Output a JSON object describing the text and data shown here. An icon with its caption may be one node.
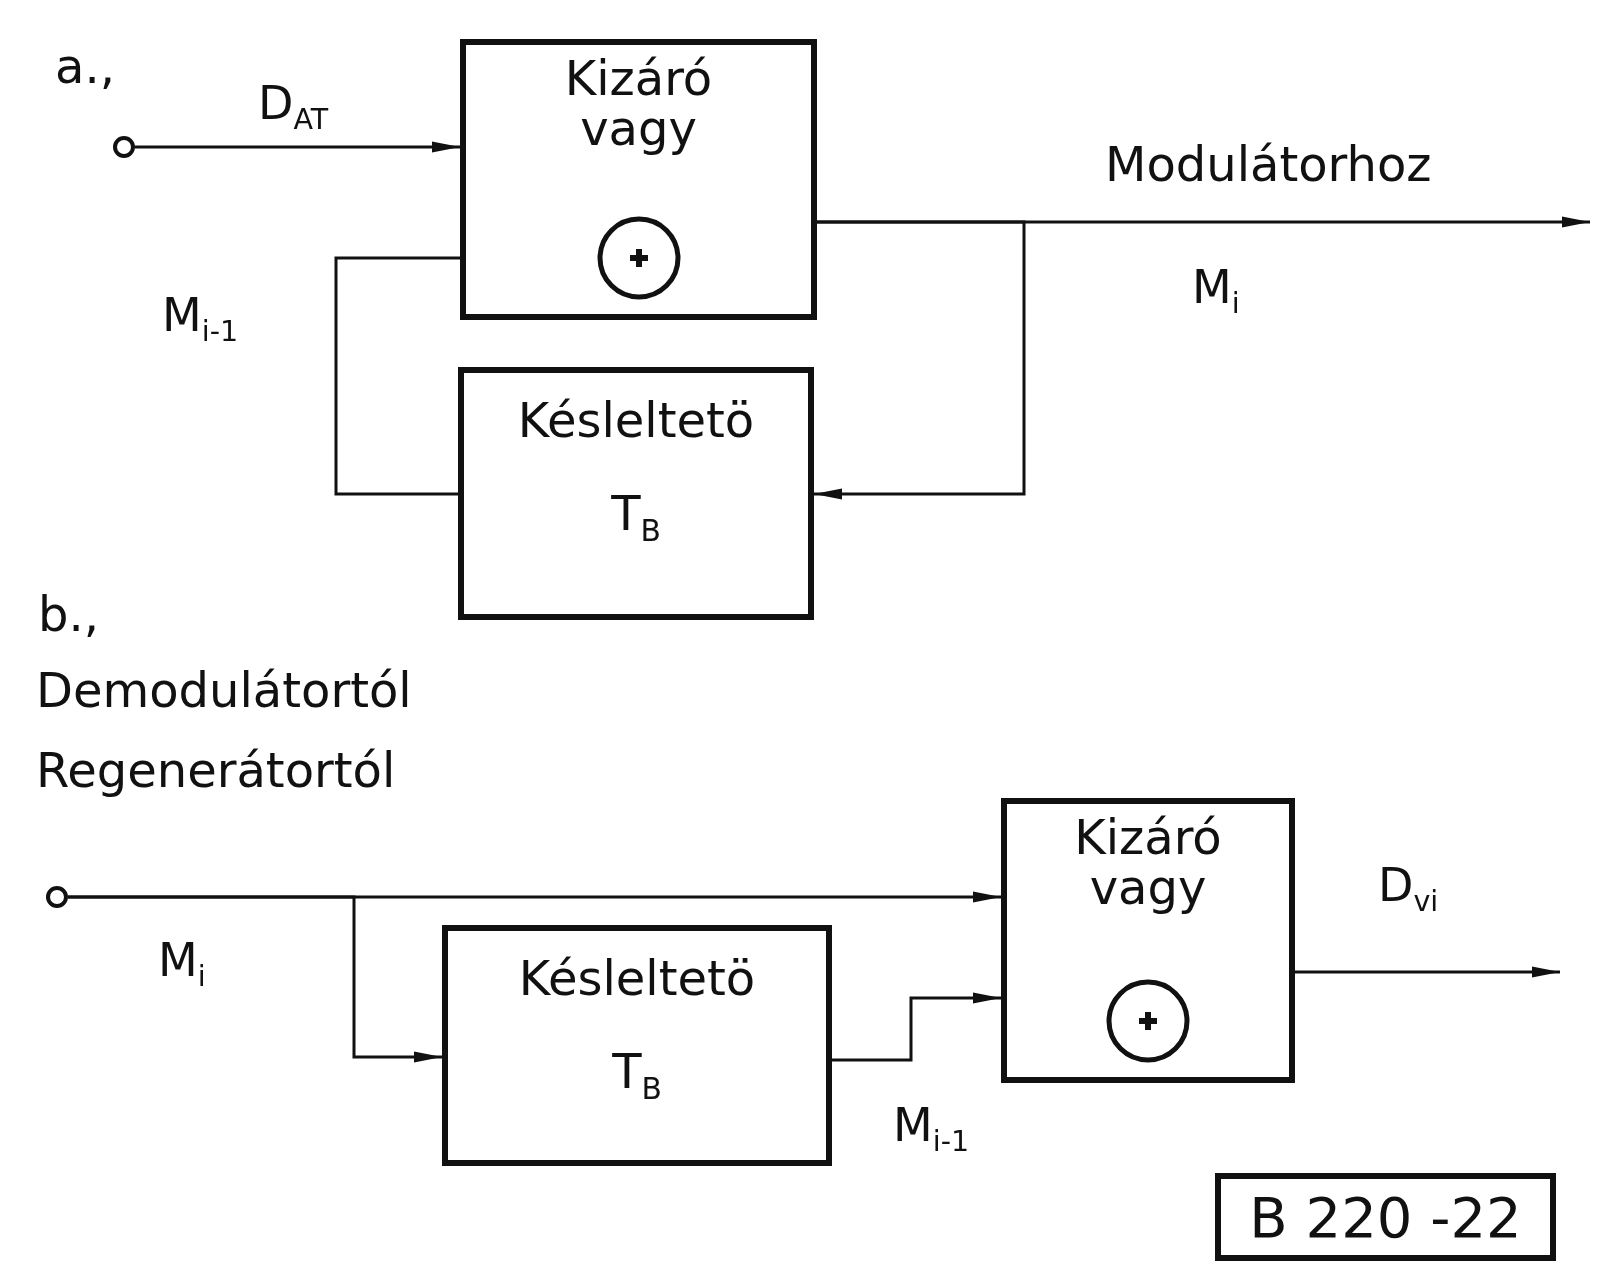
{
  "diagram": {
    "nodes": [
      {
        "text": [],
        "shape": "circle"
      },
      {
        "text": [
          "Kizáró vagy"
        ]
      },
      {
        "text": [
          "Késleltetö",
          "T$_{B}$"
        ]
      },
      {
        "text": [
          "Kizáró vagy"
        ]
      },
      {
        "text": [],
        "shape": "circle"
      },
      {
        "text": [
          "Késleltetö",
          "T$_{B}$"
        ]
      },
      {
        "text": [
          "B 220 -22"
        ]
      }
    ],
    "edges": [
      {
        "from": 0,
        "to": 1,
        "arrow": "to",
        "label": "D$_{AT}$"
      },
      {
        "from": 1,
        "to": null,
        "arrow": "to",
        "label": "M$_{i}$"
      },
      {
        "from": 1,
        "to": 2,
        "arrow": "to"
      },
      {
        "from": 2,
        "to": 1,
        "arrow": "none",
        "label": "M$_{i-1}$"
      },
      {
        "from": 4,
        "to": 3,
        "arrow": "to",
        "label": "M$_{i}$"
      },
      {
        "from": 4,
        "to": 5,
        "arrow": "to"
      },
      {
        "from": 5,
        "to": 3,
        "arrow": "to",
        "label": "M$_{i-1}$"
      },
      {
        "from": 3,
        "to": null,
        "arrow": "to",
        "label": "D$_{vi}$"
      }
    ],
    "labels": [
      "a.,",
      "Modulátorhoz",
      "b.,",
      "Demodulátortól",
      "Regenerátortól"
    ]
  }
}
